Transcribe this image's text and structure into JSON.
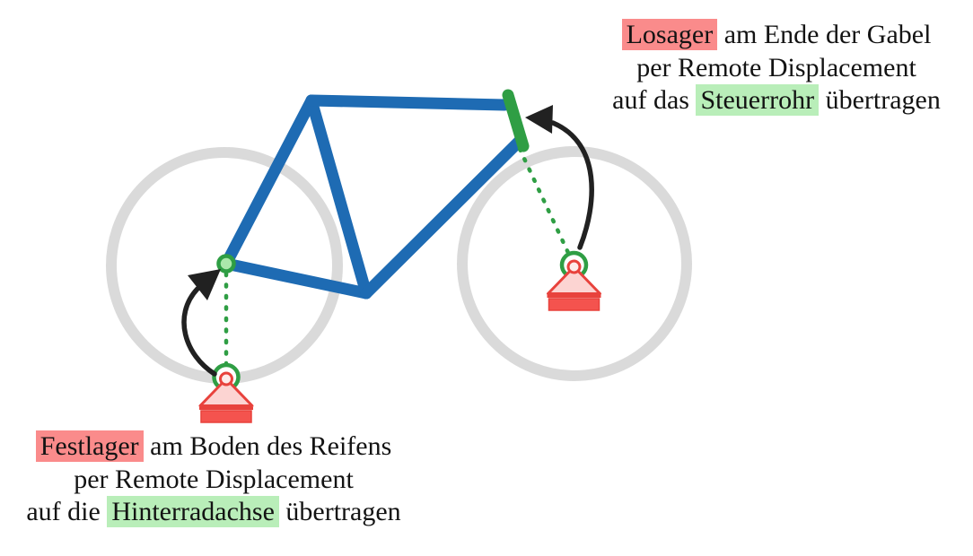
{
  "colors": {
    "frame_blue": "#1e6bb3",
    "marker_green": "#2f9e44",
    "marker_green_fill": "#abe8ab",
    "wheel_gray": "#dadada",
    "support_red": "#e8423c",
    "support_fill": "#fcd4d2",
    "support_base_fill": "#f4534e",
    "pivot_fill": "#fdeceb",
    "arrow_black": "#212121",
    "hl_red": "#fa8b8b",
    "hl_green": "#b9eeb9",
    "text_black": "#131313"
  },
  "icons": {
    "fixed-support-icon": "pin support symbol: small pivot circle on a triangle standing on a ground block, drawn in red",
    "remote-ring-icon": "open green circle marking the support attachment point",
    "curved-arrow-icon": "black curved arrow pointing from the support symbol to the remote target on the frame"
  },
  "annotations": {
    "front": {
      "line1_highlight": "Losager",
      "line1_rest": " am Ende der Gabel",
      "line2": "per Remote Displacement",
      "line3_pre": "auf das ",
      "line3_highlight": "Steuerrohr",
      "line3_post": " übertragen"
    },
    "rear": {
      "line1_highlight": "Festlager",
      "line1_rest": " am Boden des Reifens",
      "line2": "per Remote Displacement",
      "line3_pre": "auf die ",
      "line3_highlight": "Hinterradachse",
      "line3_post": " übertragen"
    }
  }
}
